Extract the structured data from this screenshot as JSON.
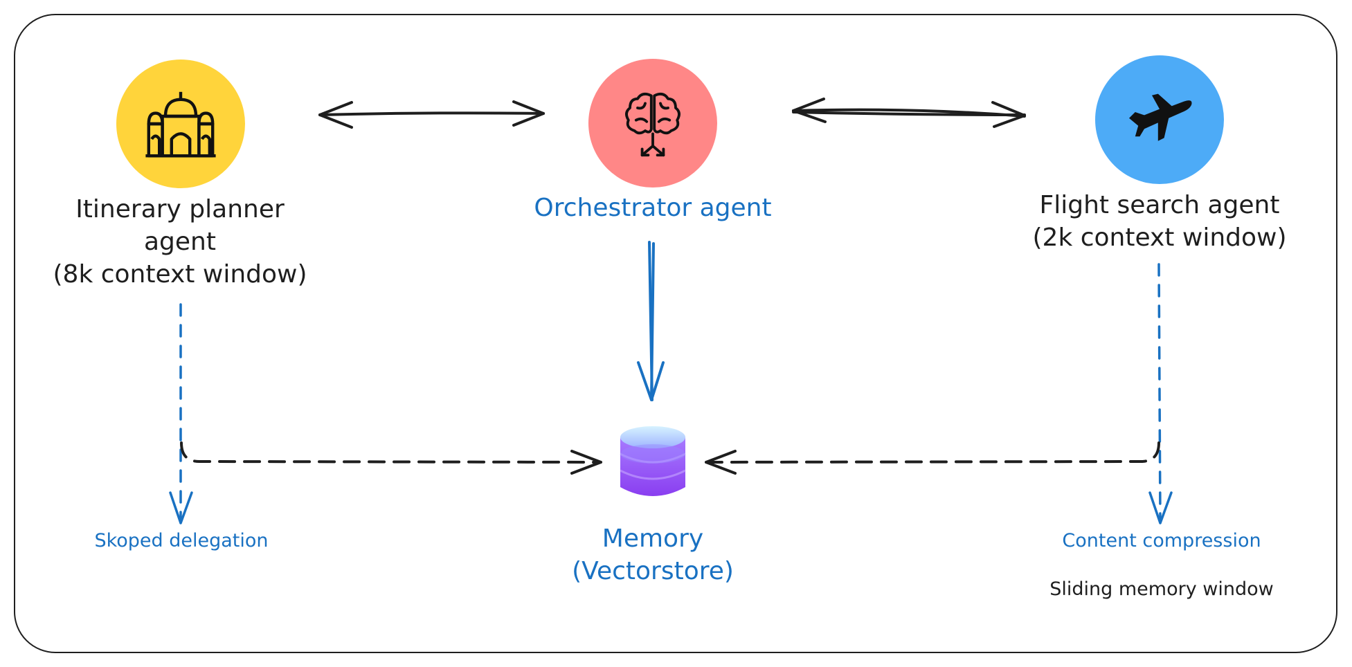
{
  "nodes": {
    "itinerary": {
      "line1": "Itinerary planner",
      "line2": "agent",
      "line3": "(8k context window)",
      "color": "#ffd43b",
      "icon": "mosque-icon"
    },
    "orchestrator": {
      "label": "Orchestrator agent",
      "color": "#ff8787",
      "icon": "brain-icon"
    },
    "flight": {
      "line1": "Flight search agent",
      "line2": "(2k context window)",
      "color": "#4dabf7",
      "icon": "airplane-icon"
    },
    "memory": {
      "line1": "Memory",
      "line2": "(Vectorstore)",
      "icon": "database-icon"
    }
  },
  "annotations": {
    "left": "Skoped delegation",
    "right": "Content compression",
    "right_sub": "Sliding memory window"
  },
  "colors": {
    "stroke": "#1e1e1e",
    "accent": "#1971c2"
  }
}
